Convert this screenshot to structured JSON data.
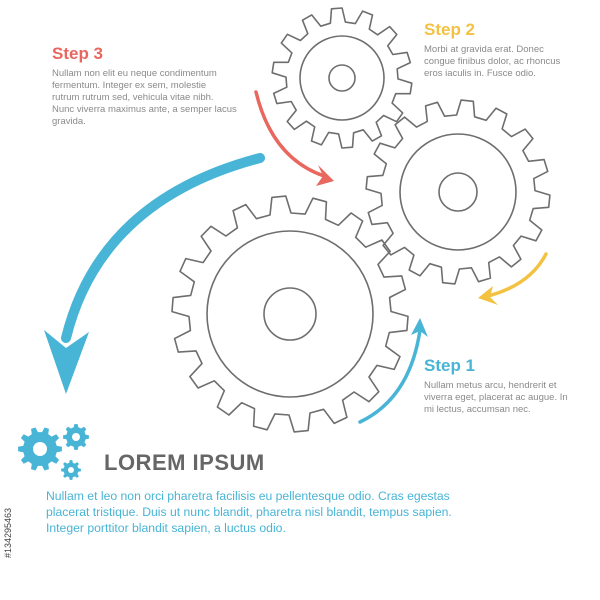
{
  "steps": {
    "step3": {
      "title": "Step 3",
      "color": "#e8675f",
      "lines": [
        "Nullam non elit eu neque condimentum",
        "fermentum. Integer ex sem, molestie",
        "rutrum rutrum sed, vehicula vitae nibh.",
        "Nunc viverra maximus ante, a semper lacus",
        "gravida."
      ]
    },
    "step2": {
      "title": "Step 2",
      "color": "#f3c242",
      "lines": [
        "Morbi at gravida erat. Donec",
        "congue finibus dolor, ac rhoncus",
        "eros iaculis in. Fusce odio."
      ]
    },
    "step1": {
      "title": "Step 1",
      "color": "#48b4d6",
      "lines": [
        "Nullam metus arcu, hendrerit et",
        "viverra eget, placerat ac augue. In",
        "mi lectus, accumsan nec."
      ]
    }
  },
  "main": {
    "title": "LOREM IPSUM",
    "lines": [
      "Nullam et leo non orci pharetra facilisis eu pellentesque odio. Cras egestas",
      "placerat tristique. Duis ut nunc blandit, pharetra nisl blandit, tempus sapien.",
      "Integer porttitor blandit sapien, a luctus odio."
    ]
  },
  "stock_id": "#134295463",
  "colors": {
    "gear_outline": "#6e6e6e",
    "blue": "#48b4d6",
    "red": "#e8675f",
    "yellow": "#f3c242"
  }
}
